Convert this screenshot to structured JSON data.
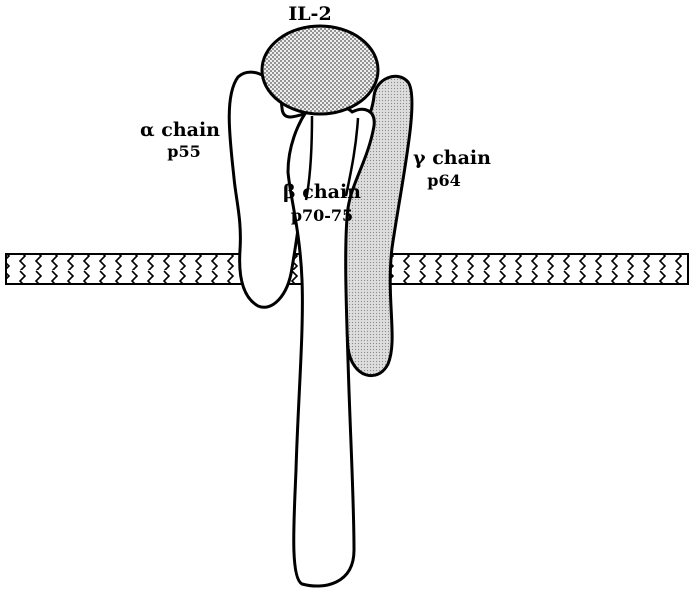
{
  "title": "IL-2",
  "chains": {
    "alpha": {
      "name": "α chain",
      "weight": "p55"
    },
    "beta": {
      "name": "β chain",
      "weight": "p70-75"
    },
    "gamma": {
      "name": "γ chain",
      "weight": "p64"
    }
  },
  "colors": {
    "outline": "#000000",
    "ligand_stipple": "#c8c8c8",
    "gamma_fill": "#cfcfcf",
    "membrane_fill": "#ffffff"
  }
}
